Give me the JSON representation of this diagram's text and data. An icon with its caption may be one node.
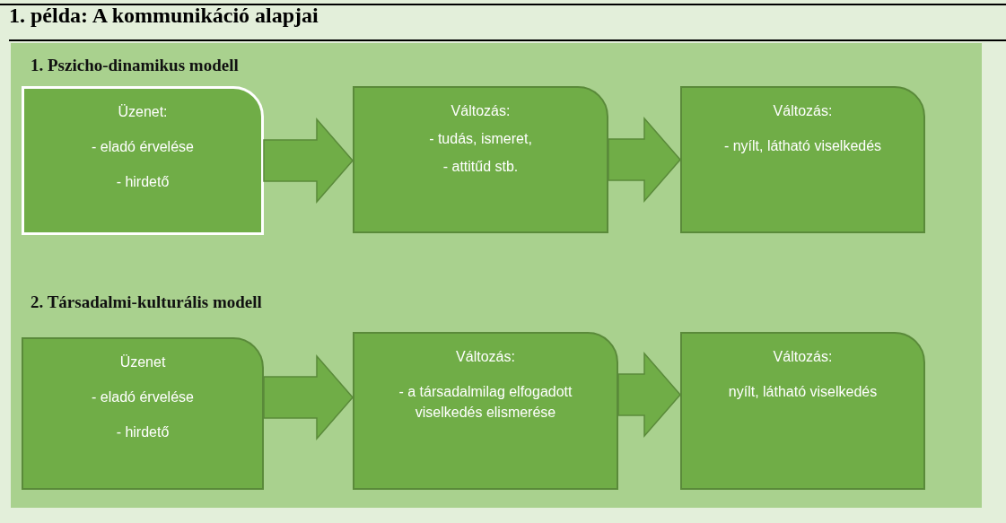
{
  "diagram": {
    "title": "1. példa: A kommunikáció alapjai",
    "nodes": [
      {
        "text": [
          "Üzenet:",
          "- eladó érvelése",
          "- hirdető"
        ]
      },
      {
        "text": [
          "Változás:",
          "- tudás, ismeret,",
          "- attitűd stb."
        ]
      },
      {
        "text": [
          "Változás:",
          "- nyílt, látható viselkedés"
        ]
      },
      {
        "text": [
          "Üzenet",
          "- eladó érvelése",
          "- hirdető"
        ]
      },
      {
        "text": [
          "Változás:",
          "- a társadalmilag elfogadott viselkedés elismerése"
        ]
      },
      {
        "text": [
          "Változás:",
          "nyílt, látható viselkedés"
        ]
      }
    ],
    "edges": [
      {
        "from": 0,
        "to": 1,
        "arrow": "to"
      },
      {
        "from": 1,
        "to": 2,
        "arrow": "to"
      },
      {
        "from": 3,
        "to": 4,
        "arrow": "to"
      },
      {
        "from": 4,
        "to": 5,
        "arrow": "to"
      }
    ],
    "labels": [
      "1. Pszicho-dinamikus modell",
      "2. Társadalmi-kulturális modell"
    ]
  }
}
